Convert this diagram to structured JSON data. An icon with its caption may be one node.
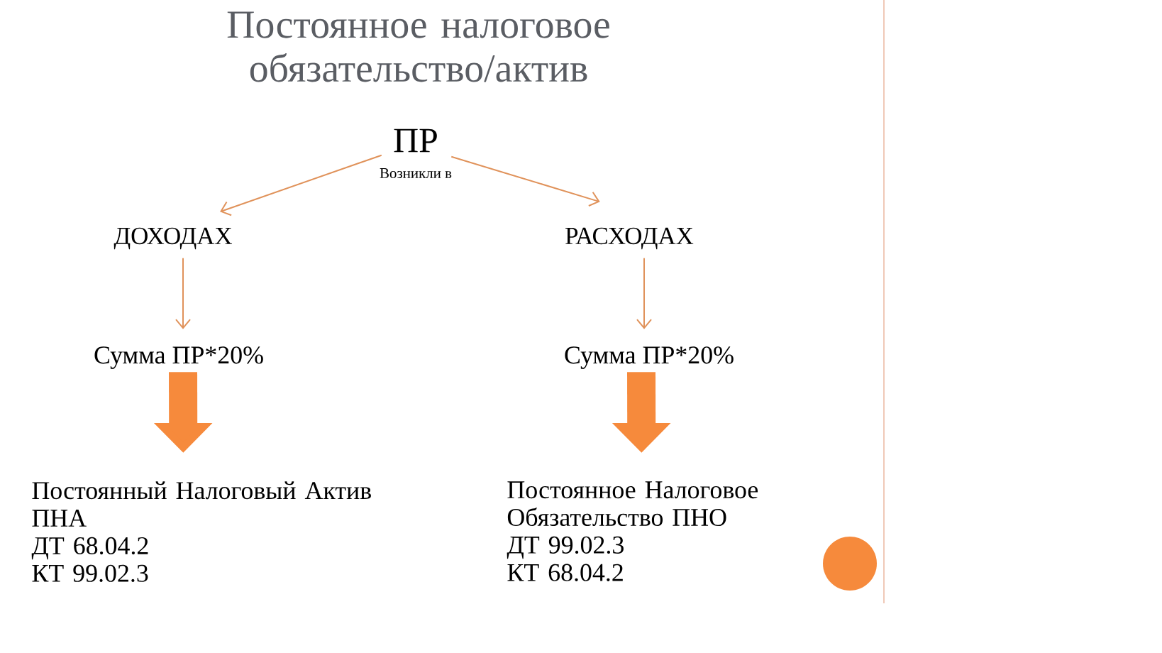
{
  "diagram": {
    "title": "Постоянное налоговое обязательство/актив",
    "nodes": [
      {
        "text": [
          "ПР"
        ],
        "beside": [
          "Возникли в"
        ]
      },
      {
        "text": [
          "ДОХОДАХ"
        ]
      },
      {
        "text": [
          "РАСХОДАХ"
        ]
      },
      {
        "text": [
          "Сумма ПР*20%"
        ]
      },
      {
        "text": [
          "Сумма ПР*20%"
        ]
      },
      {
        "text": [
          "Постоянный Налоговый Актив ПНА",
          "ДТ 68.04.2",
          "КТ 99.02.3"
        ]
      },
      {
        "text": [
          "Постоянное Налоговое Обязательство ПНО",
          "ДТ 99.02.3",
          "КТ 68.04.2"
        ]
      }
    ],
    "edges": [
      {
        "from": 0,
        "to": 1,
        "arrow": "to"
      },
      {
        "from": 0,
        "to": 2,
        "arrow": "to"
      },
      {
        "from": 1,
        "to": 3,
        "arrow": "to"
      },
      {
        "from": 2,
        "to": 4,
        "arrow": "to"
      },
      {
        "from": 3,
        "to": 5,
        "arrow": "to",
        "style": "thick"
      },
      {
        "from": 4,
        "to": 6,
        "arrow": "to",
        "style": "thick"
      }
    ]
  }
}
